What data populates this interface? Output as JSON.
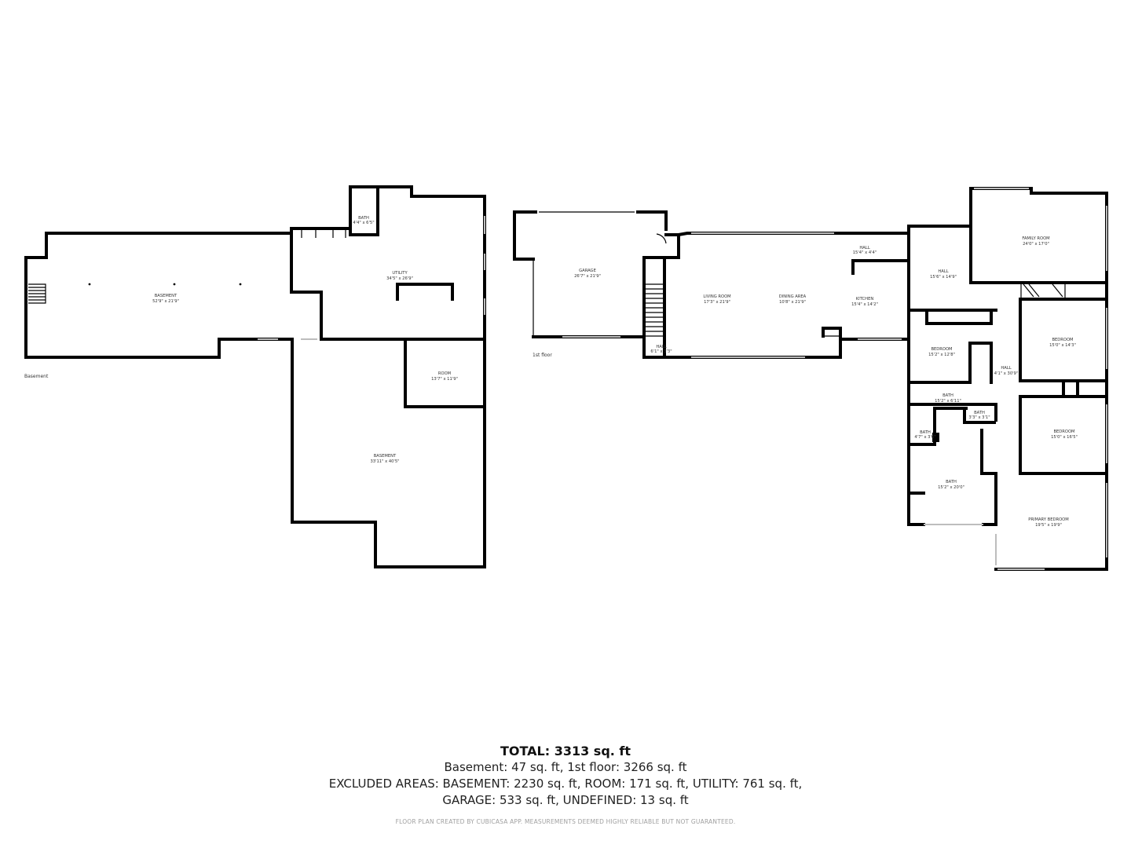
{
  "floors": [
    {
      "label": "Basement"
    },
    {
      "label": "1st floor"
    }
  ],
  "rooms": [
    {
      "name": "BATH",
      "dims": "4'4\" x 6'5\""
    },
    {
      "name": "UTILITY",
      "dims": "34'5\" x 26'9\""
    },
    {
      "name": "BASEMENT",
      "dims": "52'9\" x 21'9\""
    },
    {
      "name": "ROOM",
      "dims": "13'7\" x 11'9\""
    },
    {
      "name": "BASEMENT",
      "dims": "33'11\" x 40'5\""
    },
    {
      "name": "GARAGE",
      "dims": "26'7\" x 21'9\""
    },
    {
      "name": "HALL",
      "dims": "6'1\" x 3'3\""
    },
    {
      "name": "LIVING ROOM",
      "dims": "17'3\" x 21'9\""
    },
    {
      "name": "DINING AREA",
      "dims": "10'8\" x 21'9\""
    },
    {
      "name": "HALL",
      "dims": "15'4\" x 4'4\""
    },
    {
      "name": "KITCHEN",
      "dims": "15'4\" x 14'2\""
    },
    {
      "name": "HALL",
      "dims": "15'6\" x 14'9\""
    },
    {
      "name": "FAMILY ROOM",
      "dims": "24'0\" x 17'0\""
    },
    {
      "name": "BEDROOM",
      "dims": "15'2\" x 12'8\""
    },
    {
      "name": "BEDROOM",
      "dims": "15'0\" x 14'3\""
    },
    {
      "name": "HALL",
      "dims": "4'1\" x 30'9\""
    },
    {
      "name": "BATH",
      "dims": "15'2\" x 6'11\""
    },
    {
      "name": "BATH",
      "dims": "3'3\" x 3'1\""
    },
    {
      "name": "BATH",
      "dims": "4'7\" x 3'6\""
    },
    {
      "name": "BEDROOM",
      "dims": "15'0\" x 16'5\""
    },
    {
      "name": "BATH",
      "dims": "15'2\" x 20'0\""
    },
    {
      "name": "PRIMARY BEDROOM",
      "dims": "19'5\" x 19'9\""
    }
  ],
  "summary": {
    "total": "TOTAL: 3313 sq. ft",
    "line1": "Basement: 47 sq. ft, 1st floor: 3266 sq. ft",
    "line2": "EXCLUDED AREAS: BASEMENT: 2230 sq. ft, ROOM: 171 sq. ft, UTILITY: 761 sq. ft,",
    "line3": "GARAGE: 533 sq. ft, UNDEFINED: 13 sq. ft",
    "disclaimer": "FLOOR PLAN CREATED BY CUBICASA APP. MEASUREMENTS DEEMED HIGHLY RELIABLE BUT NOT GUARANTEED."
  }
}
